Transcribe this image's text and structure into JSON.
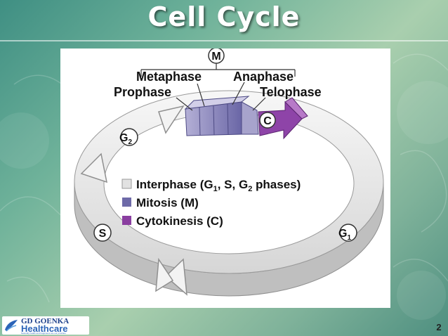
{
  "slide": {
    "title": "Cell Cycle",
    "page_number": "2"
  },
  "diagram": {
    "mitosis_label": "M",
    "phases": {
      "prophase": "Prophase",
      "metaphase": "Metaphase",
      "anaphase": "Anaphase",
      "telophase": "Telophase"
    },
    "cytokinesis_label": "C",
    "g2_label": "G",
    "g2_sub": "2",
    "s_label": "S",
    "g1_label": "G",
    "g1_sub": "1",
    "legend": {
      "interphase": {
        "pre": "Interphase (G",
        "sub1": "1",
        "mid": ", S, G",
        "sub2": "2",
        "post": " phases)",
        "color": "#e2e2e2"
      },
      "mitosis": {
        "text": "Mitosis (M)",
        "color": "#6e6aa8"
      },
      "cytokinesis": {
        "text": "Cytokinesis (C)",
        "color": "#8a3ea0"
      }
    }
  },
  "logo": {
    "line1": "GD GOENKA",
    "line2": "Healthcare",
    "line3": "Naturally health and happiness are our priorities"
  },
  "colors": {
    "ring_top": "#f2f2f2",
    "ring_side": "#bdbdbd",
    "mitosis": "#7a74b0",
    "cytokinesis": "#8e44a8",
    "logo_blue": "#2c64b8"
  }
}
